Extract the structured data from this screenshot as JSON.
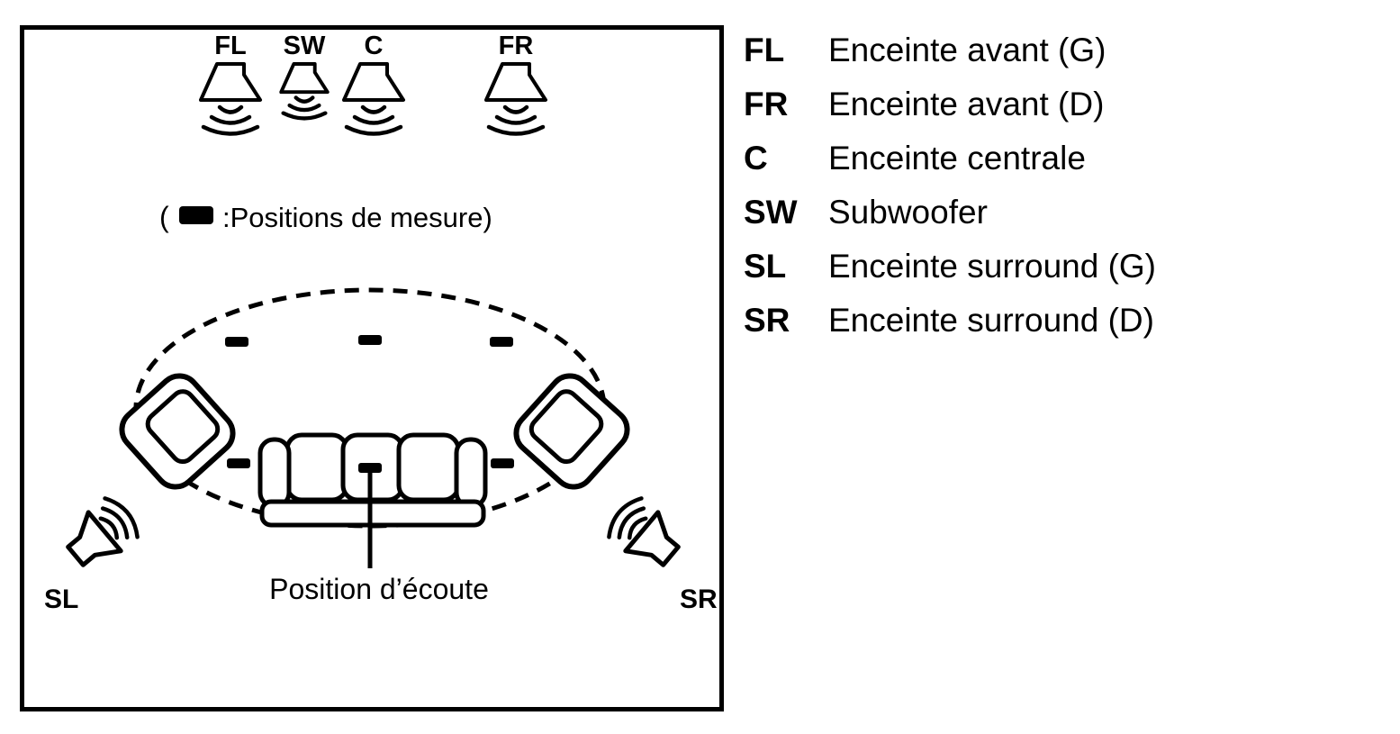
{
  "diagram": {
    "speakers": {
      "fl": "FL",
      "sw": "SW",
      "c": "C",
      "fr": "FR",
      "sl": "SL",
      "sr": "SR"
    },
    "measure_note": {
      "open": "(",
      "label": ":Positions de mesure)"
    },
    "listening_position_label": "Position d’écoute"
  },
  "legend": {
    "items": [
      {
        "code": "FL",
        "label": "Enceinte avant (G)"
      },
      {
        "code": "FR",
        "label": "Enceinte avant (D)"
      },
      {
        "code": "C",
        "label": "Enceinte centrale"
      },
      {
        "code": "SW",
        "label": "Subwoofer"
      },
      {
        "code": "SL",
        "label": "Enceinte surround (G)"
      },
      {
        "code": "SR",
        "label": "Enceinte surround (D)"
      }
    ]
  },
  "colors": {
    "ink": "#000000",
    "background": "#ffffff"
  }
}
